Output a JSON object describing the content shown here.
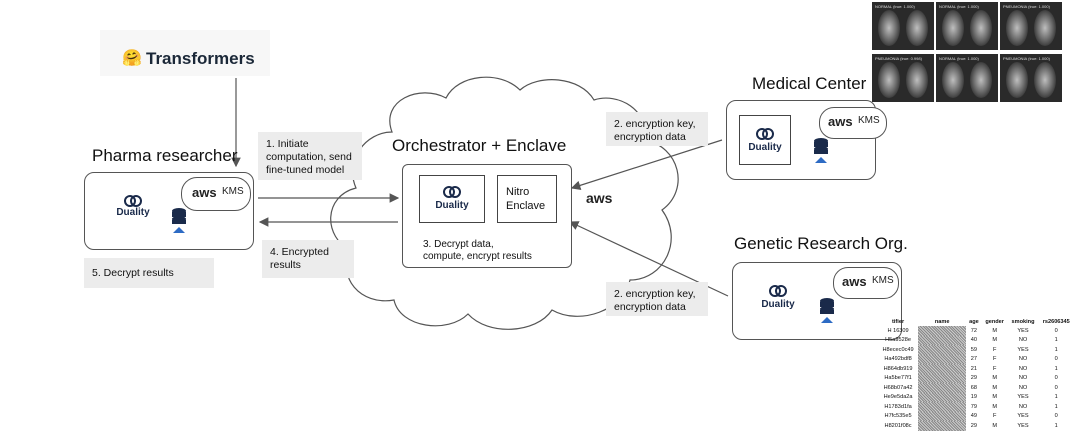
{
  "transformers": {
    "emoji": "🤗",
    "label": "Transformers"
  },
  "pharma": {
    "title": "Pharma researcher",
    "duality_label": "Duality",
    "aws_label": "aws",
    "kms_label": "KMS",
    "step5": "5. Decrypt results"
  },
  "step1": {
    "lines": [
      "1. Initiate",
      "computation, send",
      "fine-tuned model"
    ]
  },
  "step4": {
    "lines": [
      "4. Encrypted",
      "results"
    ]
  },
  "orchestrator": {
    "title": "Orchestrator + Enclave",
    "duality_label": "Duality",
    "nitro_lines": [
      "Nitro",
      "Enclave"
    ],
    "aws_label": "aws",
    "step3_lines": [
      "3. Decrypt data,",
      "compute, encrypt results"
    ]
  },
  "medical": {
    "title": "Medical Center",
    "duality_label": "Duality",
    "aws_label": "aws",
    "kms_label": "KMS",
    "step2_lines": [
      "2. encryption key,",
      "encryption data"
    ]
  },
  "genetic": {
    "title": "Genetic Research Org.",
    "duality_label": "Duality",
    "aws_label": "aws",
    "kms_label": "KMS",
    "step2_lines": [
      "2. encryption key,",
      "encryption data"
    ]
  },
  "xrays": {
    "labels": [
      "NORMAL (true: 1.000)",
      "NORMAL (true: 1.000)",
      "PNEUMONIA (true: 1.000)",
      "PNEUMONIA (true: 0.998)",
      "NORMAL (true: 1.000)",
      "PNEUMONIA (true: 1.000)"
    ]
  },
  "genetic_table": {
    "headers": [
      "tifier",
      "name",
      "age",
      "gender",
      "smoking",
      "rs2606345"
    ],
    "rows": [
      [
        "H 16309",
        "",
        "72",
        "M",
        "YES",
        "0"
      ],
      [
        "H5a9528e",
        "",
        "40",
        "M",
        "NO",
        "1"
      ],
      [
        "H8ecec0c49",
        "",
        "59",
        "F",
        "YES",
        "1"
      ],
      [
        "Ha492bdf8",
        "",
        "27",
        "F",
        "NO",
        "0"
      ],
      [
        "H864db919",
        "",
        "21",
        "F",
        "NO",
        "1"
      ],
      [
        "Ha5be77f1",
        "",
        "29",
        "M",
        "NO",
        "0"
      ],
      [
        "H68b07a42",
        "",
        "68",
        "M",
        "NO",
        "0"
      ],
      [
        "He9e5da2a",
        "",
        "19",
        "M",
        "YES",
        "1"
      ],
      [
        "H1783d1fa",
        "",
        "79",
        "M",
        "NO",
        "1"
      ],
      [
        "H7fc535e5",
        "",
        "49",
        "F",
        "YES",
        "0"
      ],
      [
        "H8201f08c",
        "",
        "29",
        "M",
        "YES",
        "1"
      ]
    ]
  }
}
